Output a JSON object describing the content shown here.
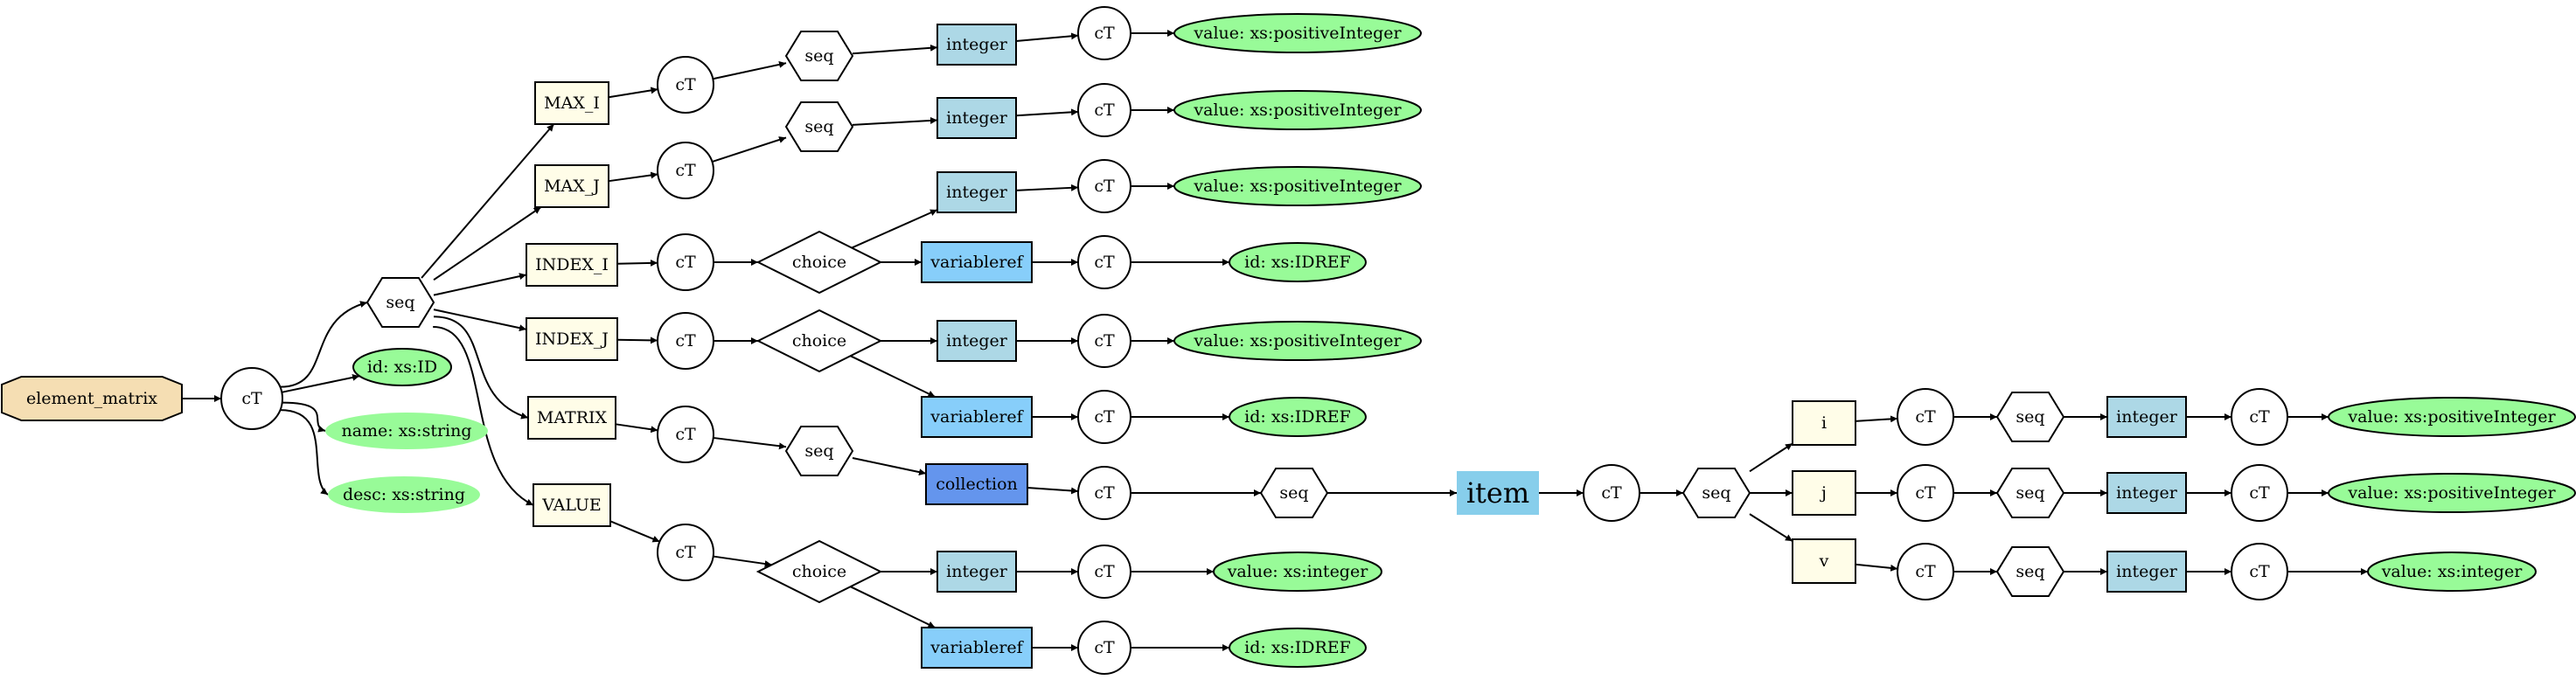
{
  "colors": {
    "root": "#f5deb3",
    "element": "#fffde8",
    "integer": "#add8e6",
    "variableref": "#87cefa",
    "collection": "#6495ed",
    "item": "#87ceeb",
    "attribute": "#98fb98",
    "white": "#ffffff"
  },
  "labels": {
    "root": "element_matrix",
    "ct": "cT",
    "seq": "seq",
    "choice": "choice",
    "max_i": "MAX_I",
    "max_j": "MAX_J",
    "index_i": "INDEX_I",
    "index_j": "INDEX_J",
    "matrix": "MATRIX",
    "value": "VALUE",
    "integer": "integer",
    "variableref": "variableref",
    "collection": "collection",
    "item": "item",
    "i": "i",
    "j": "j",
    "v": "v",
    "attr_id": "id: xs:ID",
    "attr_name": "name: xs:string",
    "attr_desc": "desc: xs:string",
    "attr_posint": "value: xs:positiveInteger",
    "attr_idref": "id: xs:IDREF",
    "attr_int": "value: xs:integer"
  }
}
